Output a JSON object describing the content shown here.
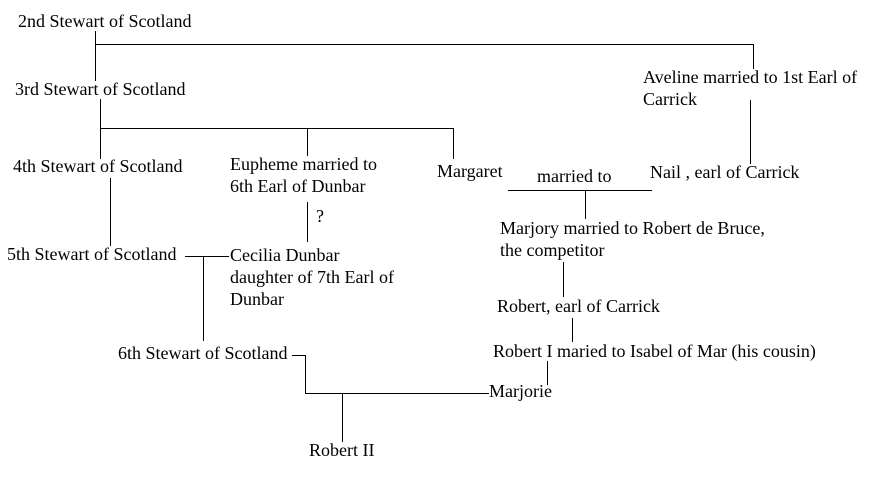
{
  "diagram": {
    "type": "family-tree",
    "background_color": "#ffffff",
    "line_color": "#000000",
    "text_color": "#000000",
    "nodes": {
      "stewart_2nd": {
        "label": "2nd Stewart of Scotland"
      },
      "stewart_3rd": {
        "label": "3rd Stewart of Scotland"
      },
      "stewart_4th": {
        "label": "4th Stewart of Scotland"
      },
      "stewart_5th": {
        "label": "5th Stewart of Scotland"
      },
      "stewart_6th": {
        "label": "6th Stewart of Scotland"
      },
      "eupheme": {
        "label": [
          "Eupheme married to",
          "6th Earl of Dunbar"
        ]
      },
      "margaret": {
        "label": "Margaret"
      },
      "married_to": {
        "label": "married to"
      },
      "nail": {
        "label": "Nail , earl of Carrick"
      },
      "aveline": {
        "label": [
          "Aveline married to 1st Earl of",
          "Carrick"
        ]
      },
      "uncertain_link": {
        "label": "?"
      },
      "cecilia": {
        "label": [
          "Cecilia Dunbar",
          "daughter of 7th Earl of",
          "Dunbar"
        ]
      },
      "marjory": {
        "label": [
          "Marjory married to Robert de Bruce,",
          "the competitor"
        ]
      },
      "robert_earl_of_carrick": {
        "label": "Robert, earl of Carrick"
      },
      "robert_i": {
        "label": "Robert I maried to Isabel of Mar (his cousin)"
      },
      "marjorie": {
        "label": "Marjorie"
      },
      "robert_ii": {
        "label": "Robert II"
      }
    }
  }
}
